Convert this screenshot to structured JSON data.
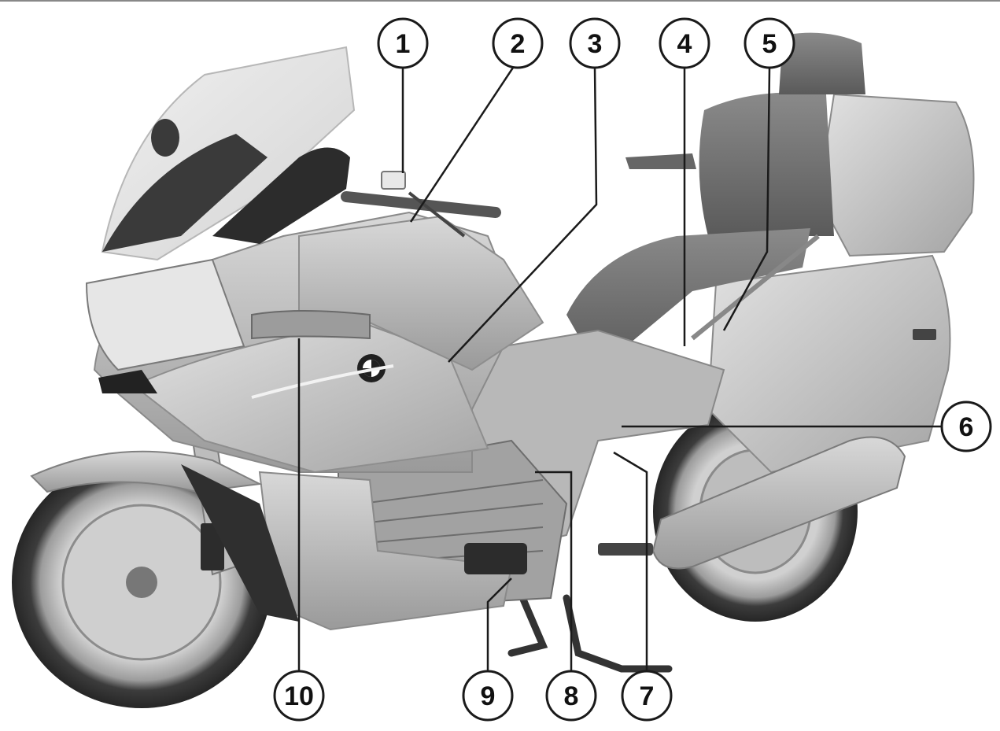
{
  "image": {
    "subject": "motorcycle-illustration",
    "style": "grayscale"
  },
  "callouts": [
    {
      "label": "1"
    },
    {
      "label": "2"
    },
    {
      "label": "3"
    },
    {
      "label": "4"
    },
    {
      "label": "5"
    },
    {
      "label": "6"
    },
    {
      "label": "7"
    },
    {
      "label": "8"
    },
    {
      "label": "9"
    },
    {
      "label": "10"
    }
  ],
  "colors": {
    "body_light": "#c9c9c9",
    "body_mid": "#a8a8a8",
    "body_dark": "#6e6e6e",
    "ink": "#1a1a1a"
  }
}
